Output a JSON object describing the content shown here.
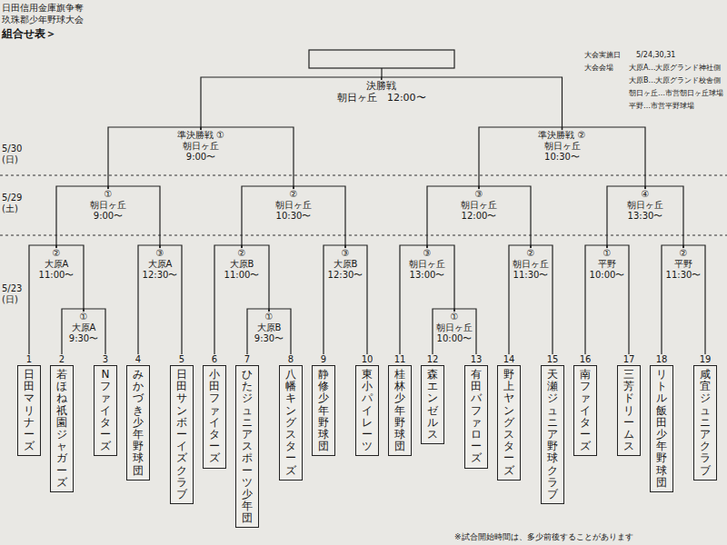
{
  "diagram": {
    "title": "組合せ表＞",
    "nodes": [
      {
        "text": [
          "決勝戦",
          "朝日ヶ丘　12:00〜"
        ]
      },
      {
        "text": [
          "準決勝戦 ①",
          "朝日ヶ丘",
          "9:00〜"
        ]
      },
      {
        "text": [
          "準決勝戦 ②",
          "朝日ヶ丘",
          "10:30〜"
        ]
      },
      {
        "text": [
          "①",
          "朝日ヶ丘",
          "9:00〜"
        ]
      },
      {
        "text": [
          "②",
          "朝日ヶ丘",
          "10:30〜"
        ]
      },
      {
        "text": [
          "③",
          "朝日ヶ丘",
          "12:00〜"
        ]
      },
      {
        "text": [
          "④",
          "朝日ヶ丘",
          "13:30〜"
        ]
      },
      {
        "text": [
          "②",
          "大原A",
          "11:00〜"
        ]
      },
      {
        "text": [
          "③",
          "大原A",
          "12:30〜"
        ]
      },
      {
        "text": [
          "②",
          "大原B",
          "11:00〜"
        ]
      },
      {
        "text": [
          "③",
          "大原B",
          "12:30〜"
        ]
      },
      {
        "text": [
          "③",
          "朝日ヶ丘",
          "13:00〜"
        ]
      },
      {
        "text": [
          "②",
          "朝日ヶ丘",
          "11:30〜"
        ]
      },
      {
        "text": [
          "①",
          "平野",
          "10:00〜"
        ]
      },
      {
        "text": [
          "②",
          "平野",
          "11:30〜"
        ]
      },
      {
        "text": [
          "①",
          "大原A",
          "9:30〜"
        ]
      },
      {
        "text": [
          "①",
          "大原B",
          "9:30〜"
        ]
      },
      {
        "text": [
          "①",
          "朝日ヶ丘",
          "10:00〜"
        ]
      },
      {
        "text": [
          "1",
          "日田マリナーズ"
        ]
      },
      {
        "text": [
          "2",
          "若ほね 祇園ジャガーズ"
        ]
      },
      {
        "text": [
          "3",
          "N ファイターズ"
        ]
      },
      {
        "text": [
          "4",
          "みかづき少年野球団"
        ]
      },
      {
        "text": [
          "5",
          "日田サンボーイズクラブ"
        ]
      },
      {
        "text": [
          "6",
          "小田ファイターズ"
        ]
      },
      {
        "text": [
          "7",
          "ひたジュニアスポーツ少年団"
        ]
      },
      {
        "text": [
          "8",
          "八幡キングスターズ"
        ]
      },
      {
        "text": [
          "9",
          "静修少年野球団"
        ]
      },
      {
        "text": [
          "10",
          "東小パイレーツ"
        ]
      },
      {
        "text": [
          "11",
          "桂林少年野球団"
        ]
      },
      {
        "text": [
          "12",
          "森エンゼルス"
        ]
      },
      {
        "text": [
          "13",
          "有田バファローズ"
        ]
      },
      {
        "text": [
          "14",
          "野上ヤングスターズ"
        ]
      },
      {
        "text": [
          "15",
          "天瀬ジュニア野球クラブ"
        ]
      },
      {
        "text": [
          "16",
          "南ファイターズ"
        ]
      },
      {
        "text": [
          "17",
          "三芳ドリームス"
        ]
      },
      {
        "text": [
          "18",
          "リトル飯田少年野球団"
        ]
      },
      {
        "text": [
          "19",
          "咸宜ジュニアクラブ"
        ]
      }
    ],
    "edges": [
      {
        "from": 1,
        "to": 0,
        "arrow": "none"
      },
      {
        "from": 2,
        "to": 0,
        "arrow": "none"
      },
      {
        "from": 3,
        "to": 1,
        "arrow": "none"
      },
      {
        "from": 4,
        "to": 1,
        "arrow": "none"
      },
      {
        "from": 5,
        "to": 2,
        "arrow": "none"
      },
      {
        "from": 6,
        "to": 2,
        "arrow": "none"
      },
      {
        "from": 7,
        "to": 3,
        "arrow": "none"
      },
      {
        "from": 8,
        "to": 3,
        "arrow": "none"
      },
      {
        "from": 9,
        "to": 4,
        "arrow": "none"
      },
      {
        "from": 10,
        "to": 4,
        "arrow": "none"
      },
      {
        "from": 11,
        "to": 5,
        "arrow": "none"
      },
      {
        "from": 12,
        "to": 5,
        "arrow": "none"
      },
      {
        "from": 13,
        "to": 6,
        "arrow": "none"
      },
      {
        "from": 14,
        "to": 6,
        "arrow": "none"
      },
      {
        "from": 18,
        "to": 7,
        "arrow": "none"
      },
      {
        "from": 15,
        "to": 7,
        "arrow": "none"
      },
      {
        "from": 21,
        "to": 8,
        "arrow": "none"
      },
      {
        "from": 22,
        "to": 8,
        "arrow": "none"
      },
      {
        "from": 23,
        "to": 9,
        "arrow": "none"
      },
      {
        "from": 16,
        "to": 9,
        "arrow": "none"
      },
      {
        "from": 26,
        "to": 10,
        "arrow": "none"
      },
      {
        "from": 27,
        "to": 10,
        "arrow": "none"
      },
      {
        "from": 28,
        "to": 11,
        "arrow": "none"
      },
      {
        "from": 17,
        "to": 11,
        "arrow": "none"
      },
      {
        "from": 31,
        "to": 12,
        "arrow": "none"
      },
      {
        "from": 32,
        "to": 12,
        "arrow": "none"
      },
      {
        "from": 33,
        "to": 13,
        "arrow": "none"
      },
      {
        "from": 34,
        "to": 13,
        "arrow": "none"
      },
      {
        "from": 35,
        "to": 14,
        "arrow": "none"
      },
      {
        "from": 36,
        "to": 14,
        "arrow": "none"
      },
      {
        "from": 19,
        "to": 15,
        "arrow": "none"
      },
      {
        "from": 20,
        "to": 15,
        "arrow": "none"
      },
      {
        "from": 24,
        "to": 16,
        "arrow": "none"
      },
      {
        "from": 25,
        "to": 16,
        "arrow": "none"
      },
      {
        "from": 29,
        "to": 17,
        "arrow": "none"
      },
      {
        "from": 30,
        "to": 17,
        "arrow": "none"
      }
    ],
    "labels": [
      "日田信用金庫旗争奪",
      "玖珠郡少年野球大会",
      "大会実施日",
      "5/24,30,31",
      "大会会場",
      "大原A…大原グランド神社側",
      "大原B…大原グランド校舎側",
      "朝日ヶ丘…市営朝日ヶ丘球場",
      "平野…市営平野球場",
      "5/30 (日)",
      "5/29 (土)",
      "5/23 (日)",
      "※試合開始時間は、多少前後することがあります"
    ]
  }
}
